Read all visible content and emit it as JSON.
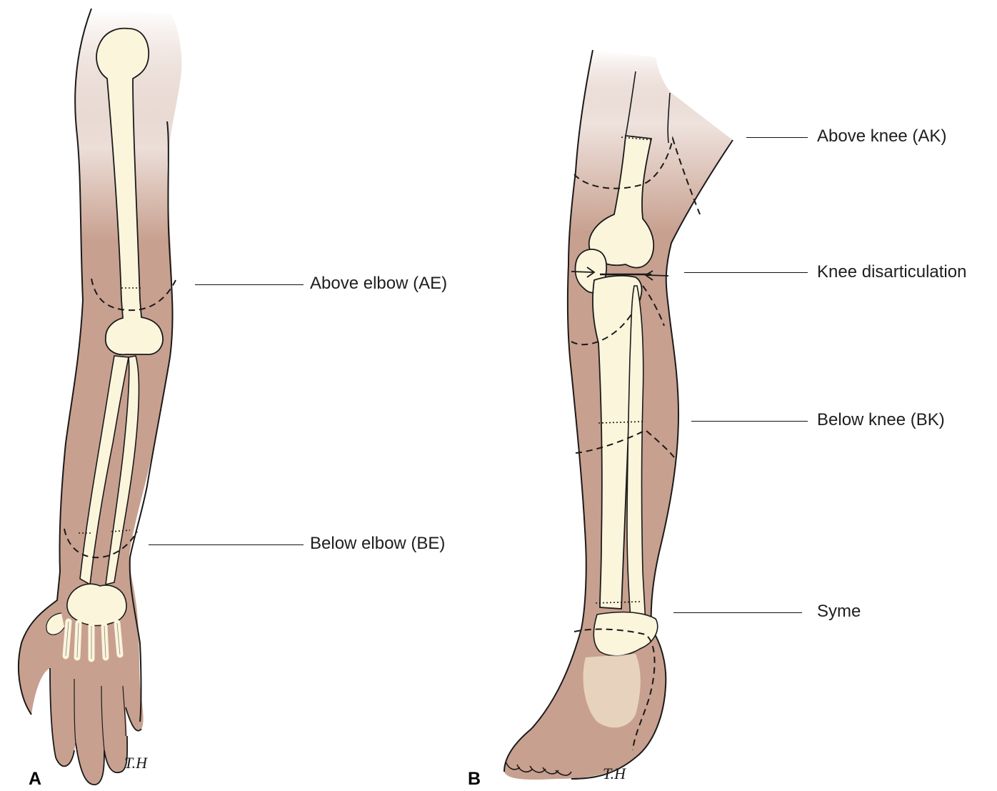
{
  "panels": {
    "a": {
      "letter": "A",
      "labels": {
        "above_elbow": "Above elbow (AE)",
        "below_elbow": "Below elbow (BE)"
      }
    },
    "b": {
      "letter": "B",
      "labels": {
        "above_knee": "Above knee (AK)",
        "knee_disarticulation": "Knee disarticulation",
        "below_knee": "Below knee (BK)",
        "syme": "Syme"
      }
    }
  },
  "signature": "T.H",
  "colors": {
    "skin": "#c8a08f",
    "bone": "#fbf5dc",
    "outline": "#1a1a1a"
  }
}
